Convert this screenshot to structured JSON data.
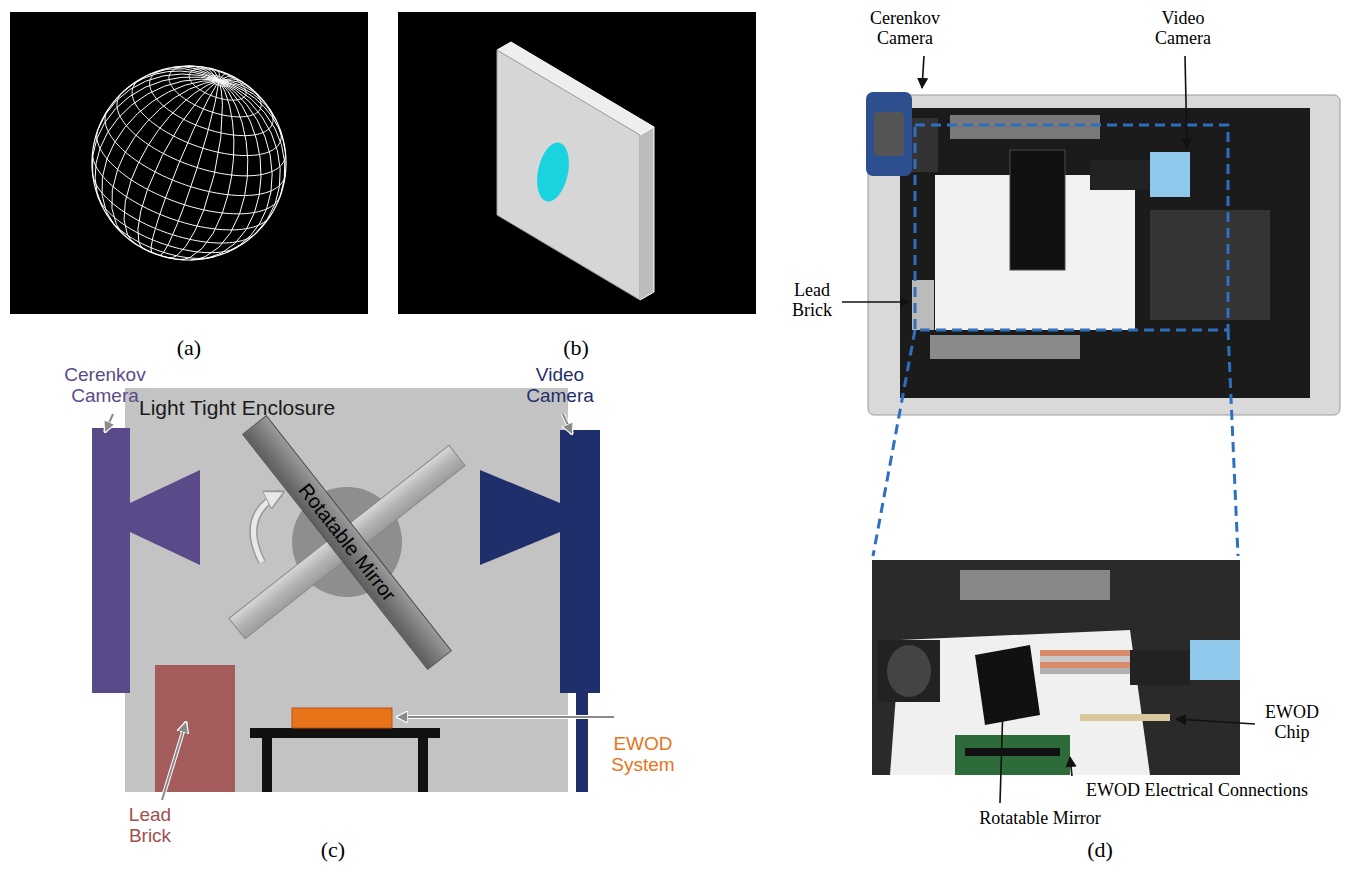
{
  "diagram": {
    "nodes": [
      {
        "text": [
          "Light Tight Enclosure"
        ]
      },
      {
        "text": [
          "Rotatable Mirror"
        ],
        "in": 0
      }
    ],
    "labels": [
      "(a)",
      "(b)",
      "Cerenkov Camera",
      "Video Camera",
      "Lead Brick",
      "EWOD System",
      "(c)",
      "Cerenkov Camera",
      "Video Camera",
      "Lead Brick",
      "Rotatable Mirror",
      "EWOD Chip",
      "EWOD Electrical Connections",
      "(d)"
    ]
  }
}
